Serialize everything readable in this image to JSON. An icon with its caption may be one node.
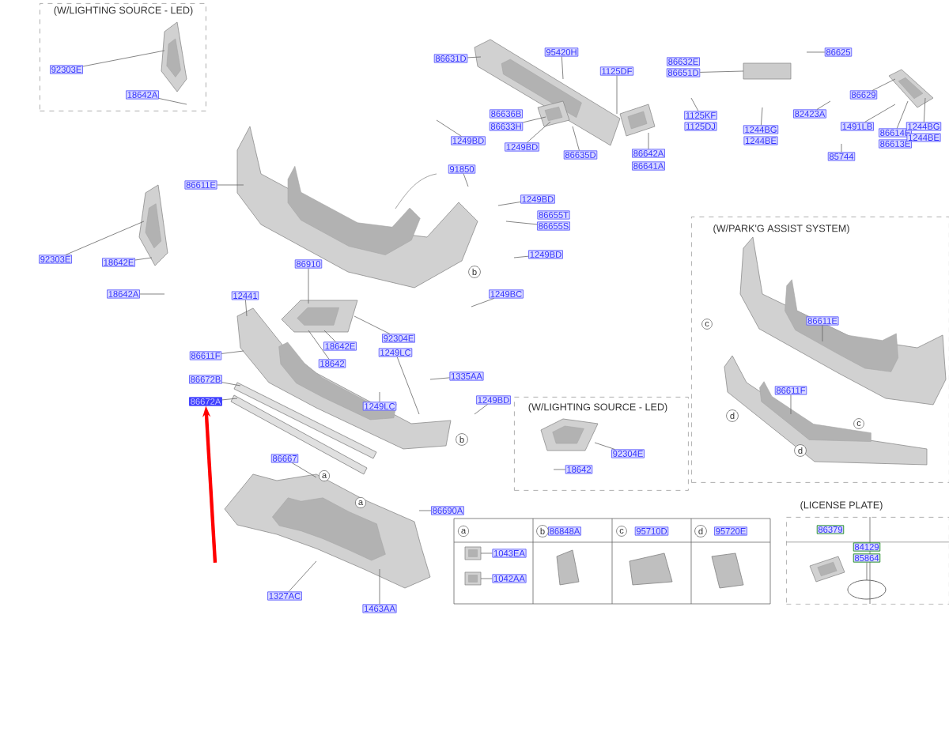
{
  "diagram": {
    "nodes": [
      {
        "text": [
          "(W/LIGHTING SOURCE - LED)"
        ]
      },
      {
        "text": [
          "92303E"
        ],
        "in": 0
      },
      {
        "text": [
          "18642A"
        ],
        "in": 0
      },
      {
        "text": [
          "86611E"
        ]
      },
      {
        "text": [
          "92303E"
        ]
      },
      {
        "text": [
          "18642E"
        ]
      },
      {
        "text": [
          "18642A"
        ]
      },
      {
        "text": [
          "86631D"
        ]
      },
      {
        "text": [
          "95420H"
        ]
      },
      {
        "text": [
          "1125DF"
        ]
      },
      {
        "text": [
          "86636B"
        ]
      },
      {
        "text": [
          "86633H"
        ]
      },
      {
        "text": [
          "1249BD"
        ]
      },
      {
        "text": [
          "1249BD"
        ]
      },
      {
        "text": [
          "86635D"
        ]
      },
      {
        "text": [
          "86642A"
        ]
      },
      {
        "text": [
          "86641A"
        ]
      },
      {
        "text": [
          "1125KF"
        ]
      },
      {
        "text": [
          "1125DJ"
        ]
      },
      {
        "text": [
          "91850"
        ]
      },
      {
        "text": [
          "1249BD"
        ]
      },
      {
        "text": [
          "86655T"
        ]
      },
      {
        "text": [
          "86655S"
        ]
      },
      {
        "text": [
          "1249BD"
        ]
      },
      {
        "text": [
          "1249BC"
        ]
      },
      {
        "text": [
          "86632E"
        ]
      },
      {
        "text": [
          "86651D"
        ]
      },
      {
        "text": [
          "86625"
        ]
      },
      {
        "text": [
          "86629"
        ]
      },
      {
        "text": [
          "82423A"
        ]
      },
      {
        "text": [
          "1491LB"
        ]
      },
      {
        "text": [
          "86614E"
        ]
      },
      {
        "text": [
          "86613E"
        ]
      },
      {
        "text": [
          "1244BG"
        ]
      },
      {
        "text": [
          "1244BE"
        ]
      },
      {
        "text": [
          "1244BG"
        ]
      },
      {
        "text": [
          "1244BE"
        ]
      },
      {
        "text": [
          "85744"
        ]
      },
      {
        "text": [
          "86910"
        ]
      },
      {
        "text": [
          "12441"
        ]
      },
      {
        "text": [
          "92304E"
        ]
      },
      {
        "text": [
          "18642E"
        ]
      },
      {
        "text": [
          "1249LC"
        ]
      },
      {
        "text": [
          "18642"
        ]
      },
      {
        "text": [
          "86611F"
        ]
      },
      {
        "text": [
          "86672B"
        ]
      },
      {
        "text": [
          "86672A"
        ]
      },
      {
        "text": [
          "1249LC"
        ]
      },
      {
        "text": [
          "1335AA"
        ]
      },
      {
        "text": [
          "1249BD"
        ]
      },
      {
        "text": [
          "86667"
        ]
      },
      {
        "text": [
          "86690A"
        ]
      },
      {
        "text": [
          "1327AC"
        ]
      },
      {
        "text": [
          "1463AA"
        ]
      },
      {
        "text": [
          "(W/LIGHTING SOURCE - LED)"
        ]
      },
      {
        "text": [
          "92304E"
        ],
        "in": 54
      },
      {
        "text": [
          "18642"
        ],
        "in": 54
      },
      {
        "text": [
          "(W/PARK'G ASSIST SYSTEM)"
        ]
      },
      {
        "text": [
          "86611E"
        ],
        "in": 57
      },
      {
        "text": [
          "86611F"
        ],
        "in": 57
      },
      {
        "text": [
          "86848A"
        ]
      },
      {
        "text": [
          "95710D"
        ]
      },
      {
        "text": [
          "95720E"
        ]
      },
      {
        "text": [
          "1043EA"
        ]
      },
      {
        "text": [
          "1042AA"
        ]
      },
      {
        "text": [
          "(LICENSE PLATE)"
        ]
      },
      {
        "text": [
          "86379"
        ],
        "in": 65
      },
      {
        "text": [
          "84129"
        ],
        "in": 65
      },
      {
        "text": [
          "85864"
        ],
        "in": 65
      },
      {
        "text": [],
        "shape": "picture",
        "in": 0
      },
      {
        "text": [],
        "shape": "picture"
      },
      {
        "text": [],
        "shape": "picture"
      },
      {
        "text": [],
        "shape": "picture"
      },
      {
        "text": [],
        "shape": "picture"
      },
      {
        "text": [],
        "shape": "picture"
      },
      {
        "text": [],
        "shape": "picture"
      },
      {
        "text": [],
        "shape": "picture",
        "in": 54
      },
      {
        "text": [],
        "shape": "picture",
        "in": 57
      },
      {
        "text": [],
        "shape": "picture",
        "in": 57
      },
      {
        "text": [],
        "shape": "box"
      },
      {
        "text": [],
        "shape": "picture"
      },
      {
        "text": [],
        "shape": "picture"
      },
      {
        "text": [],
        "shape": "picture"
      },
      {
        "text": [],
        "shape": "picture"
      },
      {
        "text": [],
        "shape": "picture"
      },
      {
        "text": [],
        "shape": "picture",
        "in": 65
      },
      {
        "text": [],
        "shape": "circle",
        "in": 65
      },
      {
        "text": [],
        "shape": "bar"
      },
      {
        "text": [],
        "shape": "bar"
      }
    ],
    "edges": [
      {
        "from": 1,
        "to": 69,
        "arrow": "none"
      },
      {
        "from": 2,
        "to": null,
        "arrow": "none"
      },
      {
        "from": 3,
        "to": 71,
        "arrow": "none"
      },
      {
        "from": 4,
        "to": 70,
        "arrow": "none"
      },
      {
        "from": 5,
        "to": 70,
        "arrow": "none"
      },
      {
        "from": 6,
        "to": null,
        "arrow": "none"
      },
      {
        "from": 7,
        "to": 72,
        "arrow": "none"
      },
      {
        "from": 8,
        "to": 72,
        "arrow": "none"
      },
      {
        "from": 9,
        "to": 72,
        "arrow": "none"
      },
      {
        "from": 11,
        "to": 81,
        "arrow": "none"
      },
      {
        "from": 12,
        "to": null,
        "arrow": "none"
      },
      {
        "from": 13,
        "to": 81,
        "arrow": "none"
      },
      {
        "from": 14,
        "to": 72,
        "arrow": "none"
      },
      {
        "from": 15,
        "to": 82,
        "arrow": "none"
      },
      {
        "from": 17,
        "to": null,
        "arrow": "none"
      },
      {
        "from": 19,
        "to": 71,
        "arrow": "none"
      },
      {
        "from": 20,
        "to": null,
        "arrow": "none"
      },
      {
        "from": 22,
        "to": null,
        "arrow": "none"
      },
      {
        "from": 23,
        "to": null,
        "arrow": "none"
      },
      {
        "from": 24,
        "to": null,
        "arrow": "none"
      },
      {
        "from": 26,
        "to": 79,
        "arrow": "none"
      },
      {
        "from": 27,
        "to": null,
        "arrow": "none"
      },
      {
        "from": 28,
        "to": 80,
        "arrow": "none"
      },
      {
        "from": 29,
        "to": null,
        "arrow": "none"
      },
      {
        "from": 30,
        "to": 80,
        "arrow": "none"
      },
      {
        "from": 31,
        "to": 80,
        "arrow": "none"
      },
      {
        "from": 33,
        "to": null,
        "arrow": "none"
      },
      {
        "from": 35,
        "to": 80,
        "arrow": "none"
      },
      {
        "from": 37,
        "to": null,
        "arrow": "none"
      },
      {
        "from": 38,
        "to": 75,
        "arrow": "none"
      },
      {
        "from": 39,
        "to": 73,
        "arrow": "none"
      },
      {
        "from": 40,
        "to": 75,
        "arrow": "none"
      },
      {
        "from": 41,
        "to": 75,
        "arrow": "none"
      },
      {
        "from": 42,
        "to": 73,
        "arrow": "none"
      },
      {
        "from": 43,
        "to": 75,
        "arrow": "none"
      },
      {
        "from": 44,
        "to": 73,
        "arrow": "none"
      },
      {
        "from": 45,
        "to": 87,
        "arrow": "none"
      },
      {
        "from": 46,
        "to": 88,
        "arrow": "none"
      },
      {
        "from": 47,
        "to": 73,
        "arrow": "none"
      },
      {
        "from": 48,
        "to": 73,
        "arrow": "none"
      },
      {
        "from": 49,
        "to": null,
        "arrow": "none"
      },
      {
        "from": 50,
        "to": 74,
        "arrow": "none"
      },
      {
        "from": 51,
        "to": 74,
        "arrow": "none"
      },
      {
        "from": 52,
        "to": 74,
        "arrow": "none"
      },
      {
        "from": 53,
        "to": 74,
        "arrow": "none"
      },
      {
        "from": 55,
        "to": 76,
        "arrow": "none"
      },
      {
        "from": 56,
        "to": null,
        "arrow": "none"
      },
      {
        "from": 58,
        "to": 77,
        "arrow": "none"
      },
      {
        "from": 59,
        "to": 78,
        "arrow": "none"
      },
      {
        "from": 63,
        "to": 83,
        "arrow": "none"
      },
      {
        "from": 64,
        "to": 84,
        "arrow": "none"
      },
      {
        "from": 68,
        "to": 86,
        "arrow": "none"
      },
      {
        "from": null,
        "to": 46,
        "arrow": "to",
        "style": "thick",
        "color": "#ff0000"
      }
    ],
    "labels": [
      "b",
      "c",
      "d",
      "c",
      "b",
      "d",
      "a",
      "a",
      "a",
      "b",
      "c",
      "d"
    ]
  }
}
